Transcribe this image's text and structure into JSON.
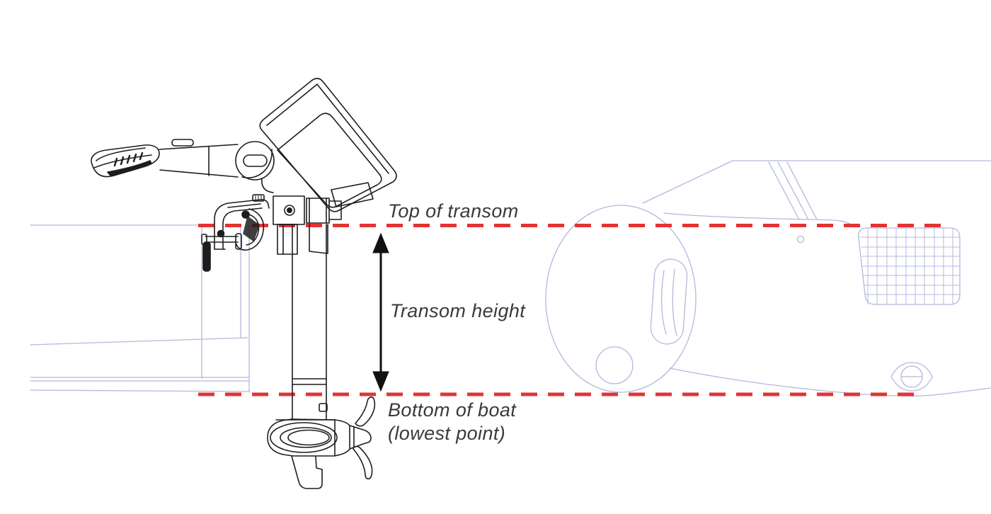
{
  "diagram": {
    "annotations": {
      "top_line_label": "Top of transom",
      "height_label": "Transom height",
      "bottom_line_label_line1": "Bottom of boat",
      "bottom_line_label_line2": "(lowest point)"
    },
    "drawing_parts": {
      "motor": "outboard-motor-line-drawing",
      "boat": "inflatable-boat-stern-line-drawing"
    },
    "icons": {
      "measure_arrow": "double-headed-vertical-arrow"
    },
    "colors": {
      "dashed_line_red": "#e23434",
      "boat_outline_blue": "#b4b8dc",
      "motor_outline_black": "#1d1d1f",
      "label_text": "#3a3a3c",
      "background": "#ffffff"
    }
  }
}
